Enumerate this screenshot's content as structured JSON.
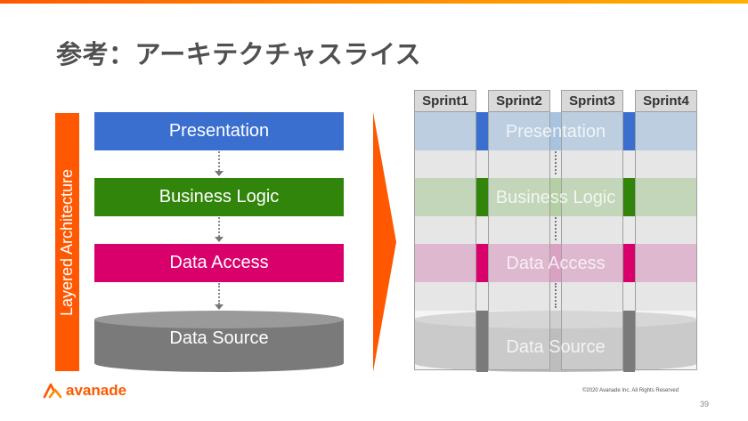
{
  "title": "参考：アーキテクチャスライス",
  "side_label": "Layered Architecture",
  "layers": {
    "presentation": "Presentation",
    "business_logic": "Business Logic",
    "data_access": "Data Access",
    "data_source": "Data Source"
  },
  "sprints": [
    "Sprint1",
    "Sprint2",
    "Sprint3",
    "Sprint4"
  ],
  "brand": {
    "name": "avanade",
    "accent": "#ff5800"
  },
  "copyright": "©2020 Avanade Inc. All Rights Reserved",
  "page_number": "39",
  "colors": {
    "presentation": "#3a6fd0",
    "business_logic": "#31850b",
    "data_access": "#d9006c",
    "data_source": "#7a7a7a"
  }
}
